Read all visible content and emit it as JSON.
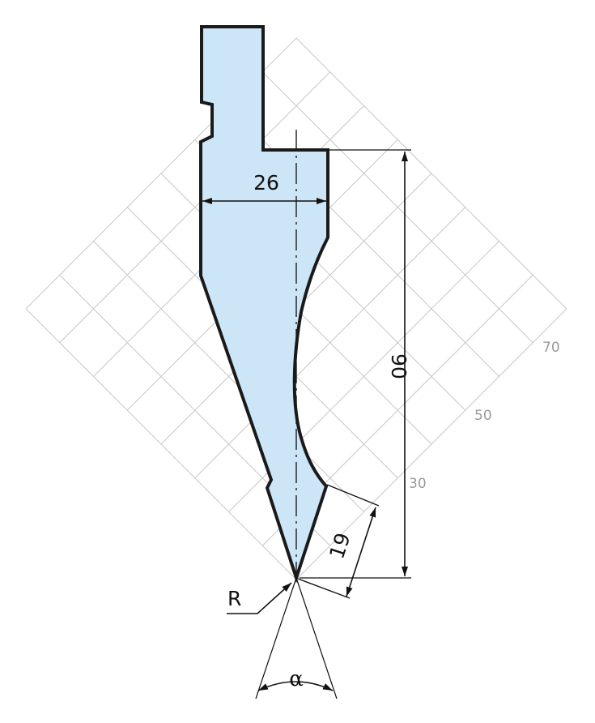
{
  "colors": {
    "tool_fill": "#cde6f7",
    "outline": "#1a1a1a",
    "grid": "#c8c8c8",
    "scale_text": "#9a9a9a"
  },
  "grid_scale_labels": [
    "30",
    "50",
    "70"
  ],
  "dimensions": {
    "width": "26",
    "height": "90",
    "tip_length": "19",
    "radius": "R",
    "angle": "α"
  }
}
